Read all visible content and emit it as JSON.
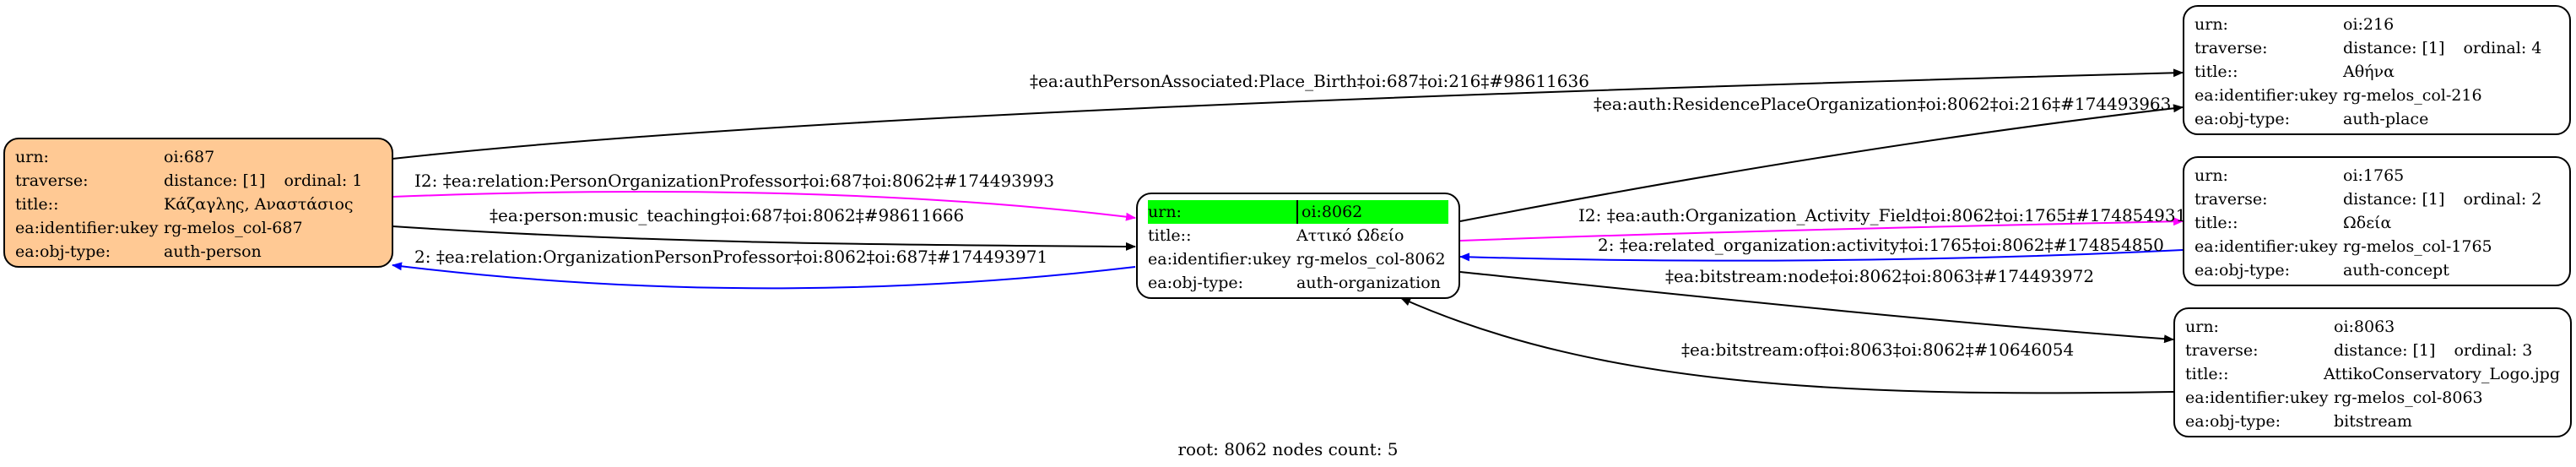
{
  "nodes": {
    "n687": {
      "urn_label": "urn:",
      "urn_value": "oi:687",
      "traverse_label": "traverse:",
      "traverse_value": "distance: [1]",
      "ordinal": "ordinal: 1",
      "title_label": "title::",
      "title_value": "Κάζαγλης, Αναστάσιος",
      "ident_label": "ea:identifier:ukey",
      "ident_value": "rg-melos_col-687",
      "type_label": "ea:obj-type:",
      "type_value": "auth-person",
      "fill": "#ffc994"
    },
    "n8062": {
      "urn_label": "urn:",
      "urn_value": "oi:8062",
      "title_label": "title::",
      "title_value": "Αττικό Ωδείο",
      "ident_label": "ea:identifier:ukey",
      "ident_value": "rg-melos_col-8062",
      "type_label": "ea:obj-type:",
      "type_value": "auth-organization",
      "highlight": "#00ff00"
    },
    "n216": {
      "urn_label": "urn:",
      "urn_value": "oi:216",
      "traverse_label": "traverse:",
      "traverse_value": "distance: [1]",
      "ordinal": "ordinal: 4",
      "title_label": "title::",
      "title_value": "Αθήνα",
      "ident_label": "ea:identifier:ukey",
      "ident_value": "rg-melos_col-216",
      "type_label": "ea:obj-type:",
      "type_value": "auth-place"
    },
    "n1765": {
      "urn_label": "urn:",
      "urn_value": "oi:1765",
      "traverse_label": "traverse:",
      "traverse_value": "distance: [1]",
      "ordinal": "ordinal: 2",
      "title_label": "title::",
      "title_value": "Ωδεία",
      "ident_label": "ea:identifier:ukey",
      "ident_value": "rg-melos_col-1765",
      "type_label": "ea:obj-type:",
      "type_value": "auth-concept"
    },
    "n8063": {
      "urn_label": "urn:",
      "urn_value": "oi:8063",
      "traverse_label": "traverse:",
      "traverse_value": "distance: [1]",
      "ordinal": "ordinal: 3",
      "title_label": "title::",
      "title_value": "AttikoConservatory_Logo.jpg",
      "ident_label": "ea:identifier:ukey",
      "ident_value": "rg-melos_col-8063",
      "type_label": "ea:obj-type:",
      "type_value": "bitstream"
    }
  },
  "edges": {
    "e_birth": {
      "label": "‡ea:authPersonAssociated:Place_Birth‡oi:687‡oi:216‡#98611636",
      "color": "#000000"
    },
    "e_prof": {
      "label": "I2: ‡ea:relation:PersonOrganizationProfessor‡oi:687‡oi:8062‡#174493993",
      "color": "#ff00ff"
    },
    "e_teach": {
      "label": "‡ea:person:music_teaching‡oi:687‡oi:8062‡#98611666",
      "color": "#000000"
    },
    "e_orgprof": {
      "label": "2: ‡ea:relation:OrganizationPersonProfessor‡oi:8062‡oi:687‡#174493971",
      "color": "#0000ff"
    },
    "e_resid": {
      "label": "‡ea:auth:ResidencePlaceOrganization‡oi:8062‡oi:216‡#174493963",
      "color": "#000000"
    },
    "e_field": {
      "label": "I2: ‡ea:auth:Organization_Activity_Field‡oi:8062‡oi:1765‡#174854931",
      "color": "#ff00ff"
    },
    "e_related": {
      "label": "2: ‡ea:related_organization:activity‡oi:1765‡oi:8062‡#174854850",
      "color": "#0000ff"
    },
    "e_node": {
      "label": "‡ea:bitstream:node‡oi:8062‡oi:8063‡#174493972",
      "color": "#000000"
    },
    "e_of": {
      "label": "‡ea:bitstream:of‡oi:8063‡oi:8062‡#10646054",
      "color": "#000000"
    }
  },
  "footer": "root: 8062 nodes count: 5"
}
